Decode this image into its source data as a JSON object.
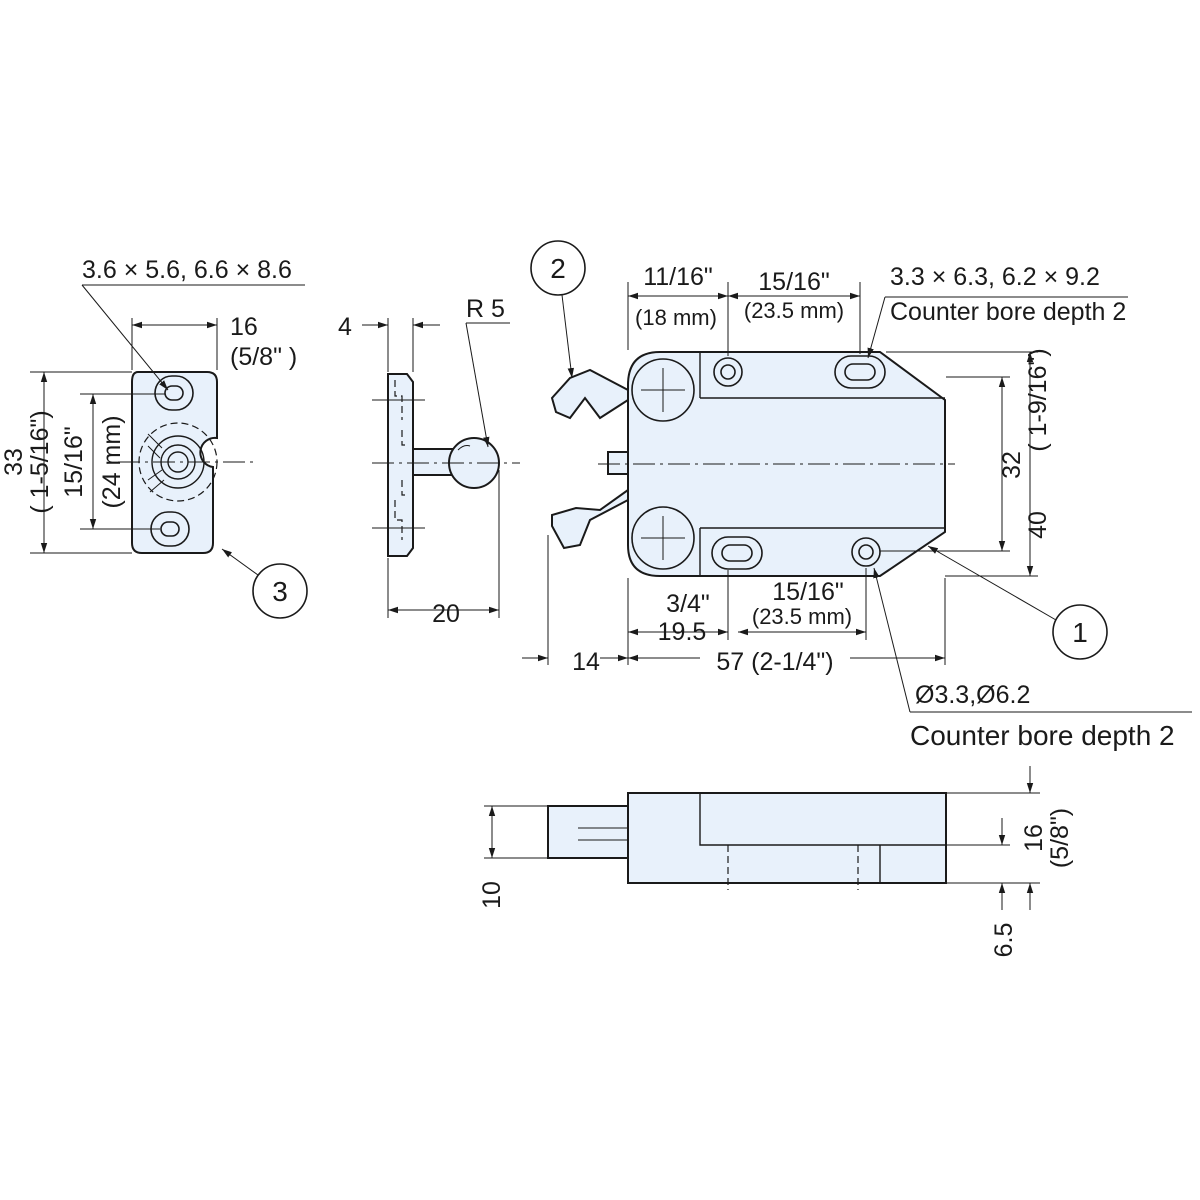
{
  "drawing": {
    "colors": {
      "part_fill": "#e8f1fb",
      "line": "#1a1a1a",
      "background": "#ffffff"
    },
    "callouts": [
      "1",
      "2",
      "3"
    ],
    "strike_plate": {
      "slot_spec": "3.6 × 5.6, 6.6 × 8.6",
      "width": "16",
      "width_in": "(5/8\" )",
      "height_outer": "33",
      "height_outer_in": "( 1-5/16\")",
      "pitch_in": "15/16\"",
      "pitch_mm": "(24 mm)"
    },
    "ball_side": {
      "thickness": "4",
      "radius": "R 5",
      "length": "20"
    },
    "catch_top": {
      "pitch_top_in": "11/16\"",
      "pitch_top_mm": "(18 mm)",
      "spacing_top_in": "15/16\"",
      "spacing_top_mm": "(23.5 mm)",
      "slot_spec": "3.3 × 6.3, 6.2 × 9.2",
      "slot_note": "Counter bore depth 2",
      "height_inner": "32",
      "height_inner_in": "( 1-9/16\")",
      "height_outer": "40",
      "pitch_bottom_in": "3/4\"",
      "pitch_bottom_mm": "19.5",
      "spacing_bottom_in": "15/16\"",
      "spacing_bottom_mm": "(23.5 mm)",
      "jaw_offset": "14",
      "length": "57 (2-1/4\")",
      "hole_spec": "Ø3.3,Ø6.2",
      "hole_note": "Counter bore depth 2"
    },
    "catch_side": {
      "plunger": "10",
      "height": "16",
      "height_in": "(5/8\")",
      "step": "6.5"
    }
  }
}
